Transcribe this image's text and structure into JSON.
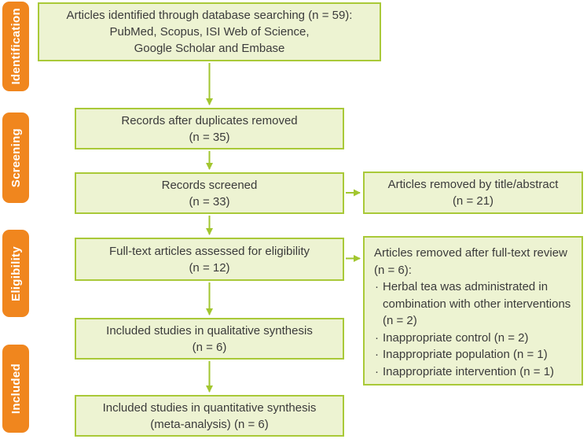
{
  "palette": {
    "stage_orange": "#f0861e",
    "box_fill": "#edf3d2",
    "box_border": "#a9c938",
    "arrow_green": "#a2c62f",
    "text": "#3b3b3b",
    "stage_text": "#ffffff"
  },
  "sidebar": {
    "stages": [
      {
        "label": "Identification"
      },
      {
        "label": "Screening"
      },
      {
        "label": "Eligibility"
      },
      {
        "label": "Included"
      }
    ]
  },
  "flow": {
    "identification_box": {
      "line1": "Articles identified through database searching (n = 59):",
      "line2": "PubMed, Scopus, ISI Web of Science,",
      "line3": "Google Scholar and Embase"
    },
    "duplicates_box": {
      "line1": "Records after duplicates removed",
      "line2": "(n = 35)"
    },
    "screened_box": {
      "line1": "Records screened",
      "line2": "(n = 33)"
    },
    "fulltext_box": {
      "line1": "Full-text articles assessed for eligibility",
      "line2": "(n = 12)"
    },
    "qualitative_box": {
      "line1": "Included studies in qualitative synthesis",
      "line2": "(n = 6)"
    },
    "quantitative_box": {
      "line1": "Included studies in quantitative synthesis",
      "line2": "(meta-analysis) (n = 6)"
    },
    "removed_title_box": {
      "line1": "Articles removed by title/abstract",
      "line2": "(n = 21)"
    },
    "removed_fulltext_box": {
      "title": "Articles removed after full-text review (n = 6):",
      "reasons": [
        "Herbal tea was administrated in combination with other interventions (n = 2)",
        "Inappropriate control (n = 2)",
        "Inappropriate population (n = 1)",
        "Inappropriate intervention (n = 1)"
      ]
    }
  }
}
